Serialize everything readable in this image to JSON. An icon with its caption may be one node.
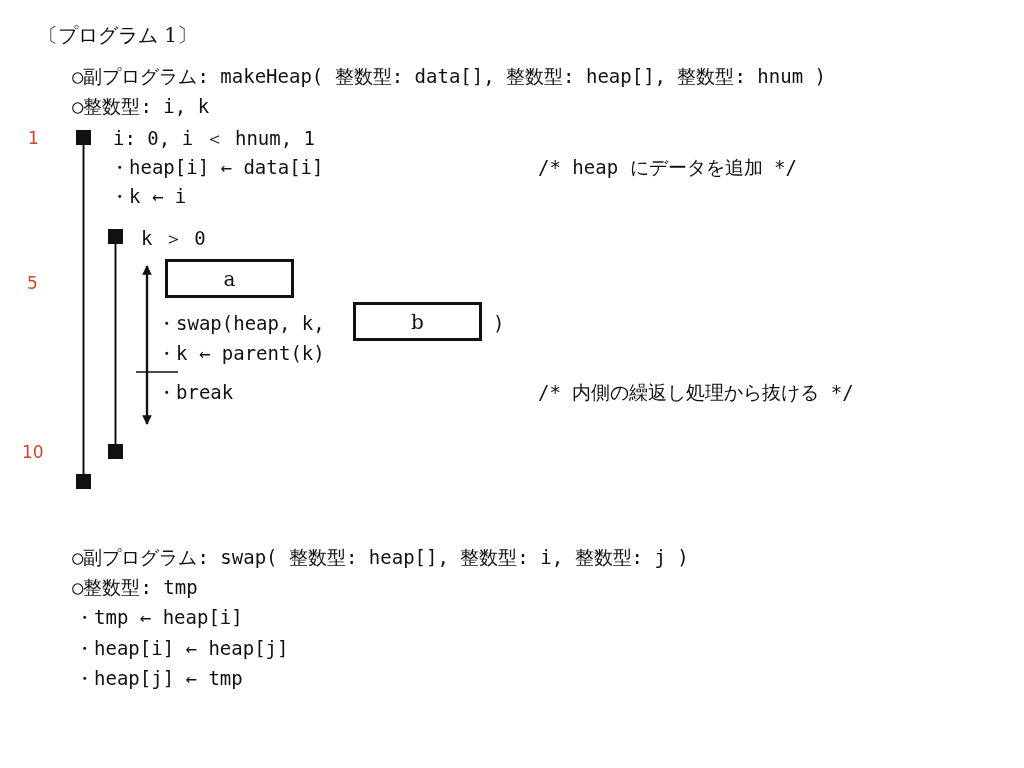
{
  "diagram": {
    "title": "〔プログラム 1〕",
    "nodes": [
      {
        "text": [
          "a"
        ]
      },
      {
        "text": [
          "b"
        ]
      }
    ],
    "labels": [
      "○副プログラム: makeHeap( 整数型: data[], 整数型: heap[], 整数型: hnum )",
      "○整数型: i, k",
      "1",
      "i: 0, i ＜ hnum, 1",
      "・heap[i] ← data[i]",
      "/* heap にデータを追加 */",
      "・k ← i",
      "k ＞ 0",
      "5",
      "・swap(heap, k,",
      ")",
      "・k ← parent(k)",
      "・break",
      "/* 内側の繰返し処理から抜ける */",
      "10",
      "○副プログラム: swap( 整数型: heap[], 整数型: i, 整数型: j )",
      "○整数型: tmp",
      "・tmp ← heap[i]",
      "・heap[i] ← heap[j]",
      "・heap[j] ← tmp"
    ]
  }
}
